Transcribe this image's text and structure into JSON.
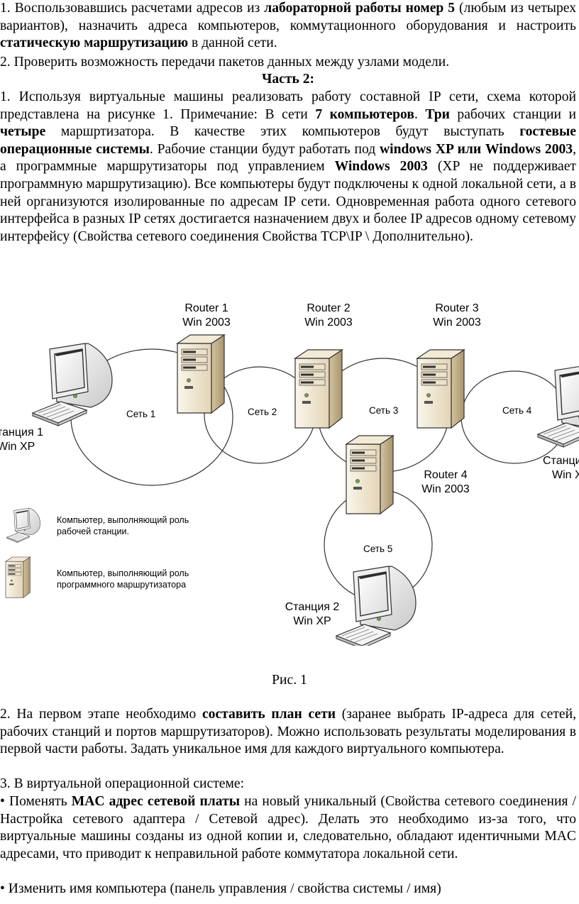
{
  "part1": {
    "p1": {
      "num": "1.",
      "t1": " Воспользовавшись расчетами адресов из ",
      "b1": "лабораторной работы номер 5",
      "t2": " (любым из четырех вариантов), назначить адреса компьютеров, коммутационного оборудования и настроить ",
      "b2": "статическую маршрутизацию",
      "t3": " в данной сети."
    },
    "p2": {
      "num": "2.",
      "t1": " Проверить возможность передачи пакетов данных  между узлами модели."
    }
  },
  "part2_heading": "Часть 2:",
  "part2": {
    "p1": {
      "num": "1.",
      "t1": " Используя виртуальные машины реализовать работу составной IP сети, схема которой представлена на рисунке 1.  Примечание: В сети ",
      "b1": "7 компьютеров",
      "t2": ". ",
      "b2": "Три",
      "t3": " рабочих станции и ",
      "b3": "четыре",
      "t4": " маршртизатора. В качестве этих компьютеров будут выступать ",
      "b4": "гостевые операционные системы",
      "t5": ". Рабочие станции будут работать под ",
      "b5": "windows XP или Windows 2003",
      "t6": ", а программные маршрутизаторы под управлением ",
      "b6": "Windows 2003",
      "t7": " (XP не поддерживает программную маршрутизацию). Все компьютеры будут подключены к одной локальной сети, а в ней организуются изолированные по адресам IP сети. Одновременная работа одного сетевого интерфейса в разных IP сетях достигается назначением двух и более IP адресов одному сетевому интерфейсу (Свойства сетевого соединения Свойства TCP\\IP \\ Дополнительно)."
    },
    "p2": {
      "num": "2.",
      "t1": " На первом этапе необходимо ",
      "b1": "составить план сети",
      "t2": " (заранее выбрать IP-адреса для сетей, рабочих станций и портов маршрутизаторов). Можно использовать результаты моделирования в первой части работы. Задать уникальное имя для каждого виртуального компьютера."
    },
    "p3": {
      "num": "3.",
      "t1": " В виртуальной операционной системе:"
    },
    "bullet1": {
      "mark": "•",
      "t1": " Поменять ",
      "b1": "MAC адрес сетевой платы",
      "t2": " на новый уникальный (Свойства сетевого соединения / Настройка сетевого адаптера / Сетевой адрес).  Делать это необходимо из-за того, что виртуальные машины созданы из одной копии и, следовательно, обладают идентичными MAC адресами, что приводит к неправильной работе коммутатора локальной сети."
    },
    "bullet2": {
      "mark": "•",
      "t1": " Изменить имя компьютера (панель управления / свойства системы / имя)"
    }
  },
  "diagram": {
    "router1": {
      "l1": "Router 1",
      "l2": "Win 2003"
    },
    "router2": {
      "l1": "Router 2",
      "l2": "Win 2003"
    },
    "router3": {
      "l1": "Router 3",
      "l2": "Win 2003"
    },
    "router4": {
      "l1": "Router 4",
      "l2": "Win 2003"
    },
    "net1": "Сеть 1",
    "net2": "Сеть 2",
    "net3": "Сеть 3",
    "net4": "Сеть 4",
    "net5": "Сеть 5",
    "station1": {
      "l1": "танция 1",
      "l2": "Win XP"
    },
    "station2": {
      "l1": "Станция 2",
      "l2": "Win XP"
    },
    "station3": {
      "l1": "Станци",
      "l2": "Win X"
    },
    "legend_ws": {
      "l1": "Компьютер, выполняющий роль",
      "l2": "рабочей станции."
    },
    "legend_router": {
      "l1": "Компьютер, выполняющий роль",
      "l2": "программного маршрутизатора"
    }
  },
  "figure_caption": "Рис. 1",
  "colors": {
    "server_body": "#e8dcc4",
    "server_dark": "#b9a888",
    "monitor_body": "#e6e6e6",
    "screen": "#2d2d2d"
  }
}
